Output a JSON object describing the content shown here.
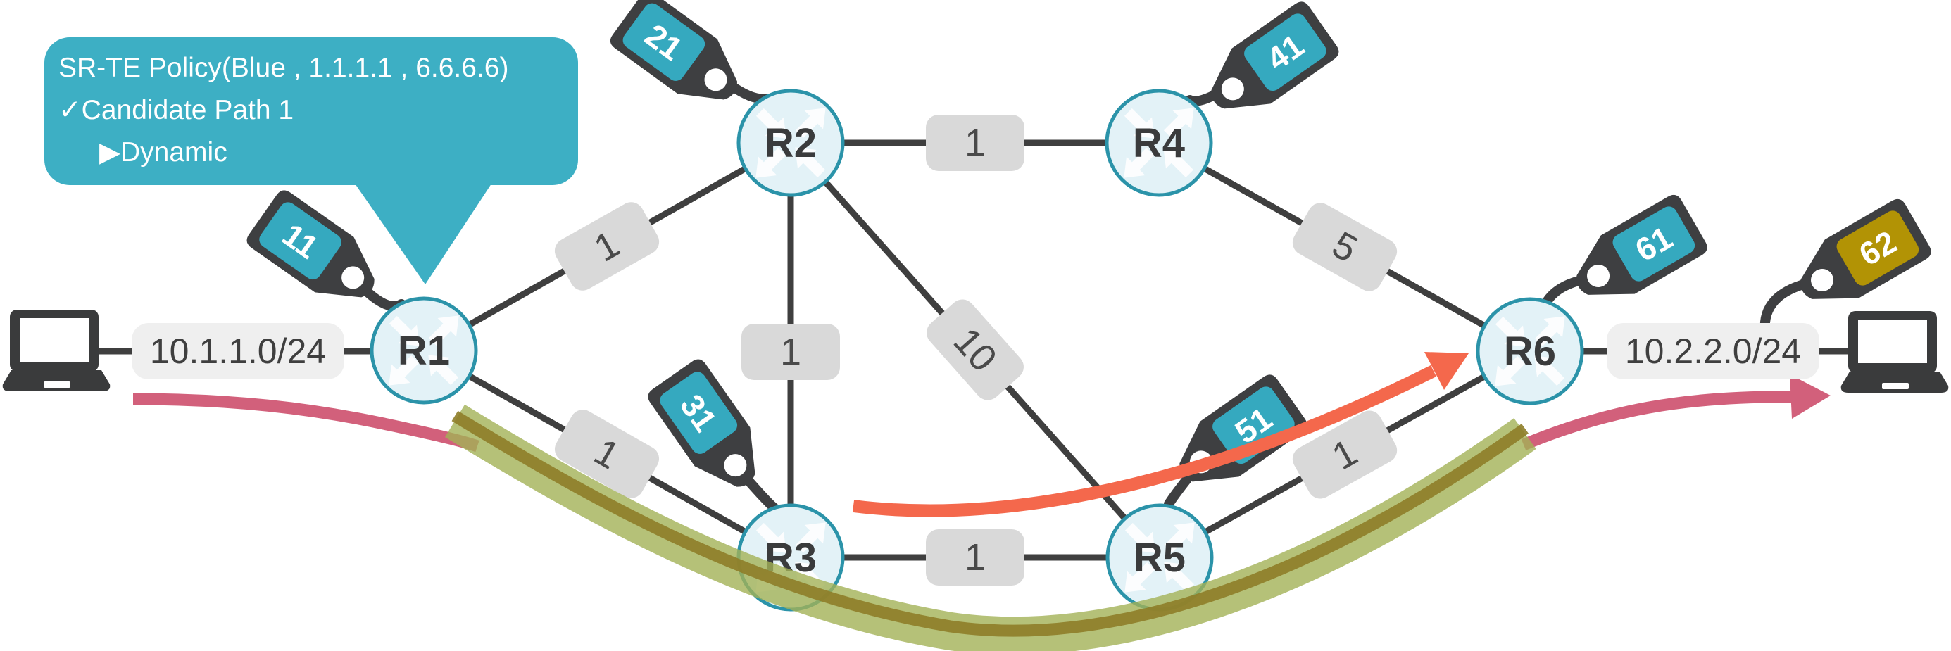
{
  "policy_bubble": {
    "line1": "SR-TE Policy(Blue , 1.1.1.1 , 6.6.6.6)",
    "line2": "✓Candidate Path 1",
    "line3": "▶Dynamic"
  },
  "routers": {
    "r1": "R1",
    "r2": "R2",
    "r3": "R3",
    "r4": "R4",
    "r5": "R5",
    "r6": "R6"
  },
  "sid_tags": {
    "t11": "11",
    "t21": "21",
    "t31": "31",
    "t41": "41",
    "t51": "51",
    "t61": "61",
    "t62": "62"
  },
  "link_costs": {
    "r1_r2": "1",
    "r1_r3": "1",
    "r2_r3": "1",
    "r2_r4": "1",
    "r2_r5": "10",
    "r3_r5": "1",
    "r4_r6": "5",
    "r5_r6": "1"
  },
  "networks": {
    "left": "10.1.1.0/24",
    "right": "10.2.2.0/24"
  },
  "colors": {
    "bubble_teal": "#3dafc4",
    "tag_teal": "#35a9bf",
    "tag_gold": "#b29305",
    "tag_body": "#3e3f41",
    "router_fill": "#e3f2f7",
    "router_border": "#2b93a9",
    "link": "#3f3f3f",
    "cost_box": "#d9d9d9",
    "net_box": "#efefef",
    "path_pink": "#d2607b",
    "path_red": "#f4684c",
    "path_olive": "#a2b156",
    "path_olive_dark": "#8e7d28"
  }
}
